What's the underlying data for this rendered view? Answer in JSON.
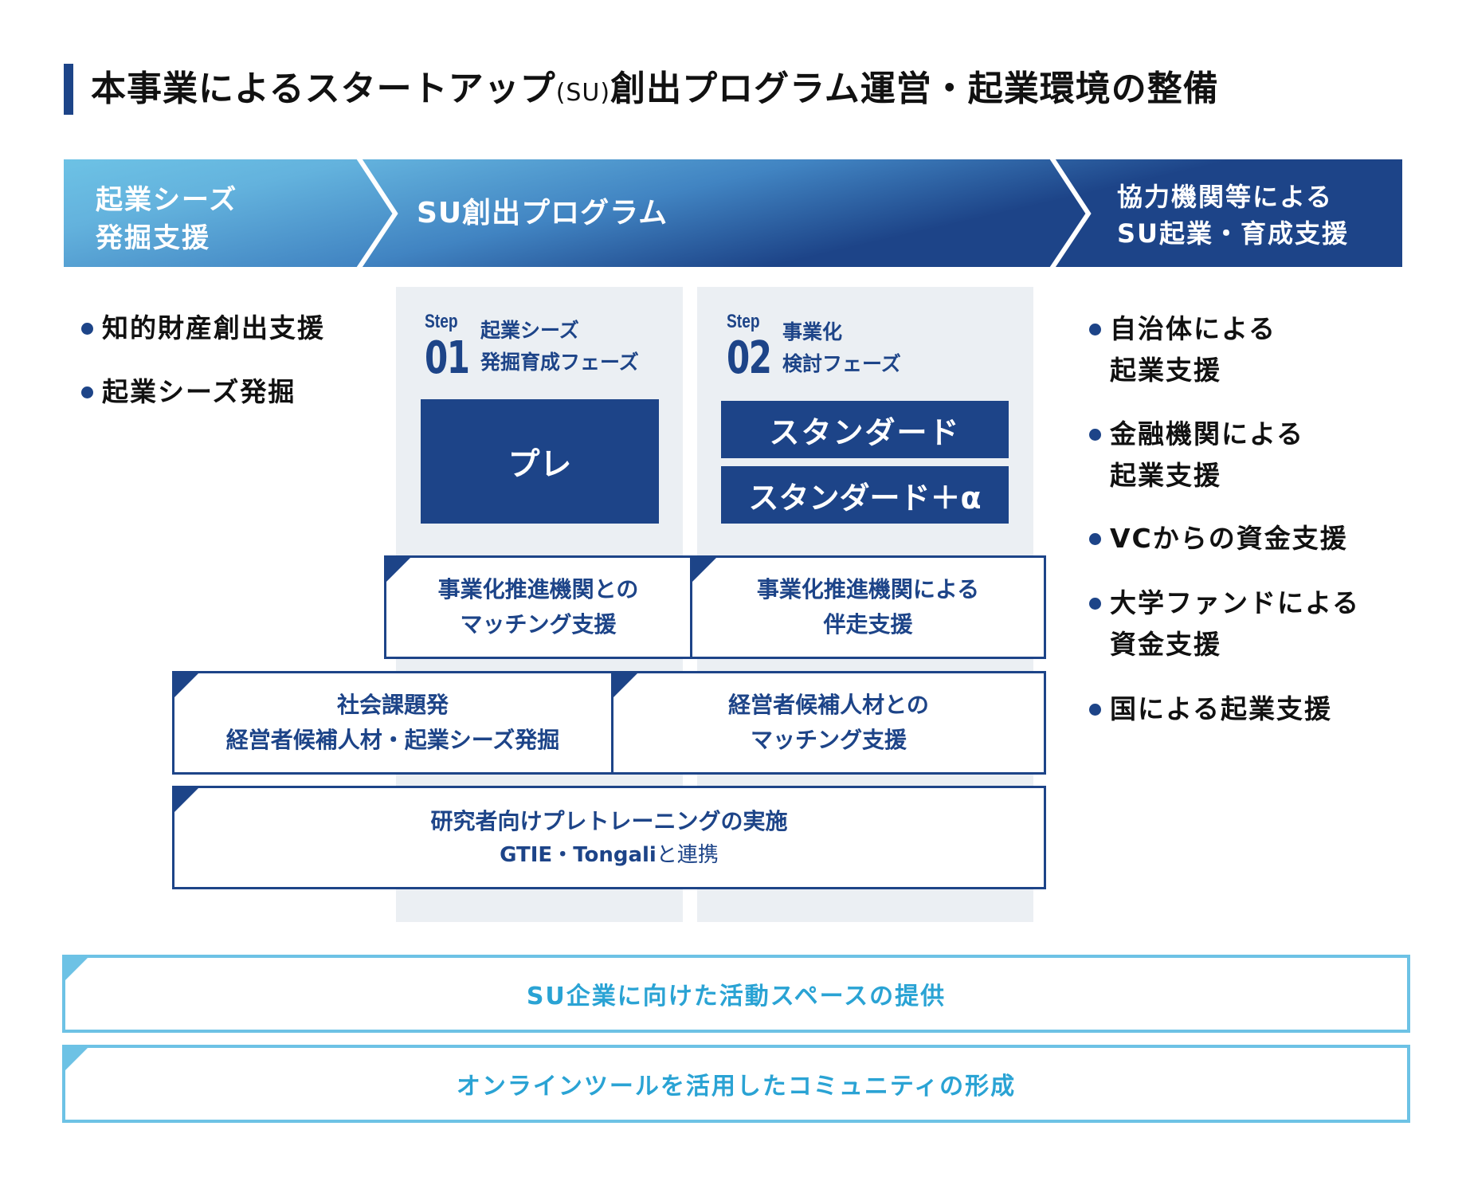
{
  "title": {
    "part1": "本事業によるスタートアップ",
    "paren": "(SU)",
    "part2": "創出プログラム運営・起業環境の整備"
  },
  "colors": {
    "navy": "#1d4488",
    "light_blue": "#6dc2e5",
    "text_light_blue": "#2aa3d4",
    "column_bg": "#ebeff3"
  },
  "banner": {
    "segments": [
      {
        "line1": "起業シーズ",
        "line2": "発掘支援"
      },
      {
        "line1": "SU創出プログラム"
      },
      {
        "line1": "協力機関等による",
        "line2": "SU起業・育成支援"
      }
    ]
  },
  "left_list": [
    "知的財産創出支援",
    "起業シーズ発掘"
  ],
  "steps": [
    {
      "word": "Step",
      "num": "01",
      "label1": "起業シーズ",
      "label2": "発掘育成フェーズ",
      "programs": [
        "プレ"
      ]
    },
    {
      "word": "Step",
      "num": "02",
      "label1": "事業化",
      "label2": "検討フェーズ",
      "programs": [
        "スタンダード",
        "スタンダード＋α"
      ]
    }
  ],
  "support_boxes": {
    "row_a": [
      {
        "line1": "事業化推進機関との",
        "line2": "マッチング支援"
      },
      {
        "line1": "事業化推進機関による",
        "line2": "伴走支援"
      }
    ],
    "row_b": [
      {
        "line1": "社会課題発",
        "line2": "経営者候補人材・起業シーズ発掘"
      },
      {
        "line1": "経営者候補人材との",
        "line2": "マッチング支援"
      }
    ],
    "row_c": {
      "line1": "研究者向けプレトレーニングの実施",
      "line2_bold": "GTIE・Tongali",
      "line2_plain": "と連携"
    }
  },
  "right_list": [
    {
      "line1": "自治体による",
      "line2": "起業支援"
    },
    {
      "line1": "金融機関による",
      "line2": "起業支援"
    },
    {
      "line1": "VCからの資金支援"
    },
    {
      "line1": "大学ファンドによる",
      "line2": "資金支援"
    },
    {
      "line1": "国による起業支援"
    }
  ],
  "bottom_bars": [
    "SU企業に向けた活動スペースの提供",
    "オンラインツールを活用したコミュニティの形成"
  ]
}
